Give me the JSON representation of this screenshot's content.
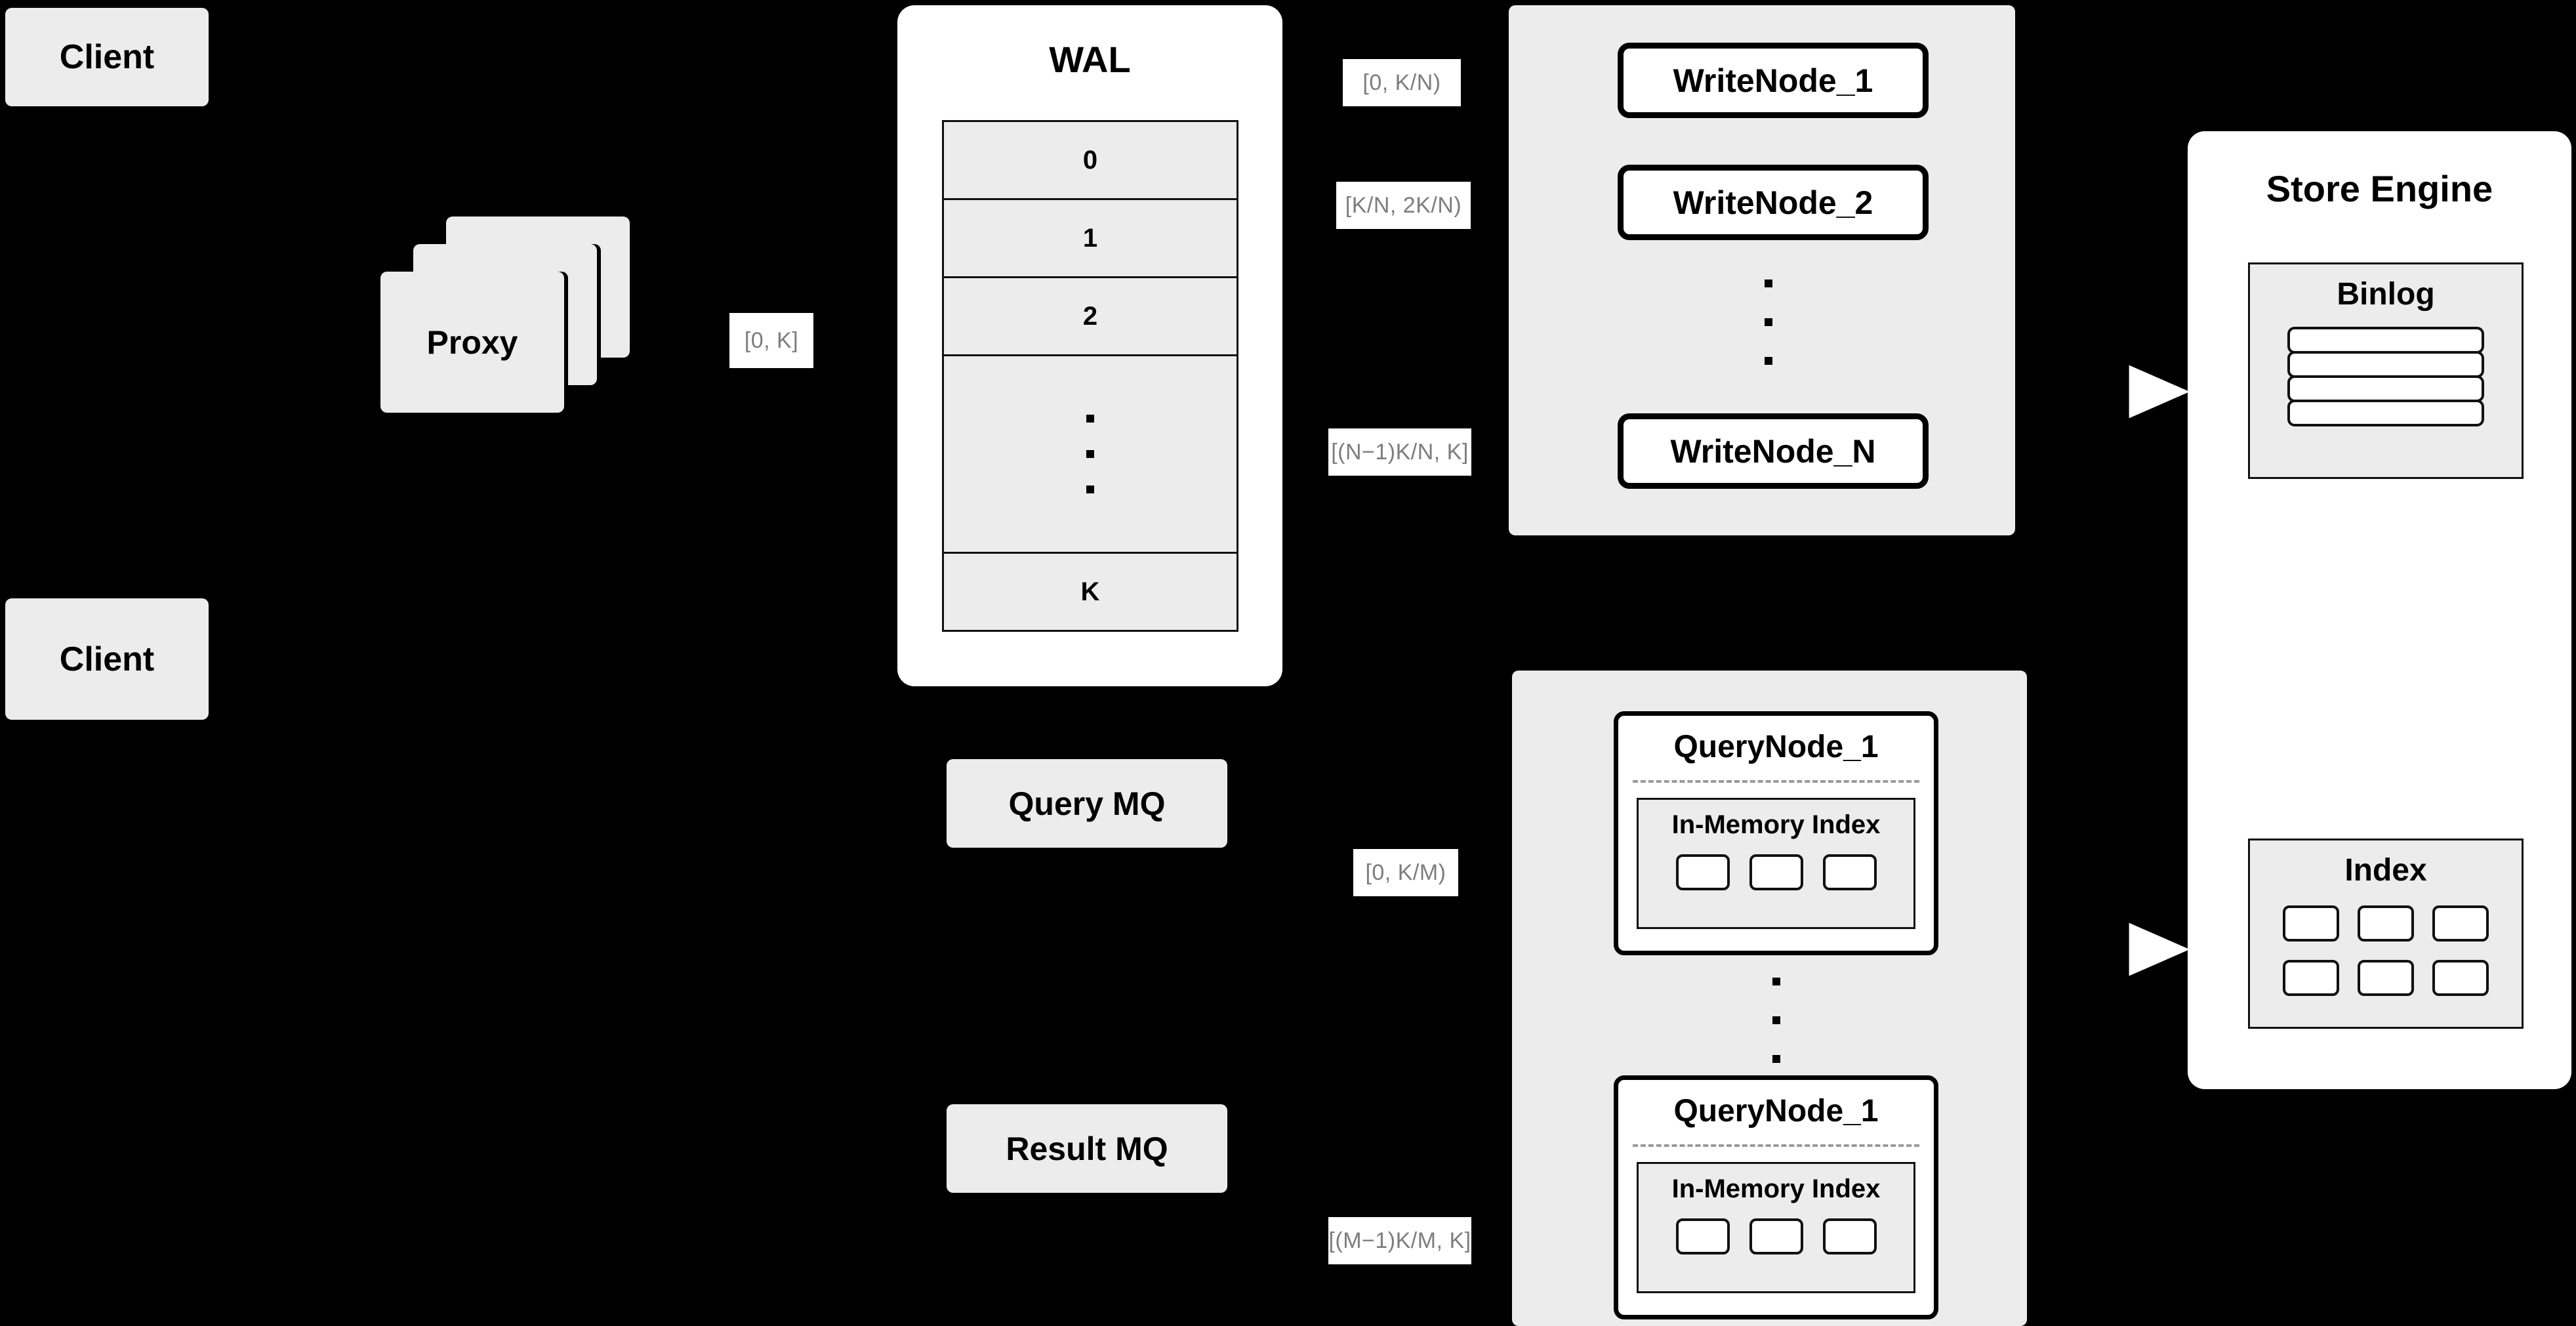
{
  "diagram": {
    "title": "Distributed Vector Database Write/Query Path",
    "background_color": "#000000",
    "box_fill": "#ececec",
    "panel_fill": "#ffffff",
    "stroke_color": "#111111",
    "label_text_color": "#7d7d7d"
  },
  "clients": [
    {
      "label": "Client"
    },
    {
      "label": "Client"
    }
  ],
  "proxy": {
    "label": "Proxy",
    "stack_count": 3
  },
  "edges": {
    "proxy_to_wal": "[0, K]",
    "wal_to_writenode_1": "[0,  K/N)",
    "wal_to_writenode_2": "[K/N, 2K/N)",
    "wal_to_writenode_n": "[(N−1)K/N,  K]",
    "mq_to_querynode_1": "[0, K/M)",
    "mq_to_querynode_m": "[(M−1)K/M, K]"
  },
  "wal": {
    "title": "WAL",
    "rows": [
      "0",
      "1",
      "2",
      "⋮",
      "K"
    ]
  },
  "queues": [
    {
      "label": "Query MQ"
    },
    {
      "label": "Result MQ"
    }
  ],
  "write_cluster": {
    "nodes": [
      {
        "label": "WriteNode_1"
      },
      {
        "label": "WriteNode_2"
      },
      {
        "label": "WriteNode_N"
      }
    ],
    "ellipsis": "⋮"
  },
  "query_cluster": {
    "nodes": [
      {
        "label": "QueryNode_1",
        "index_label": "In-Memory Index",
        "segment_count": 3
      },
      {
        "label": "QueryNode_1",
        "index_label": "In-Memory Index",
        "segment_count": 3
      }
    ],
    "ellipsis": "⋮"
  },
  "store_engine": {
    "title": "Store Engine",
    "binlog": {
      "title": "Binlog",
      "strip_count": 4
    },
    "index": {
      "title": "Index",
      "rows": 2,
      "cols": 3
    }
  }
}
